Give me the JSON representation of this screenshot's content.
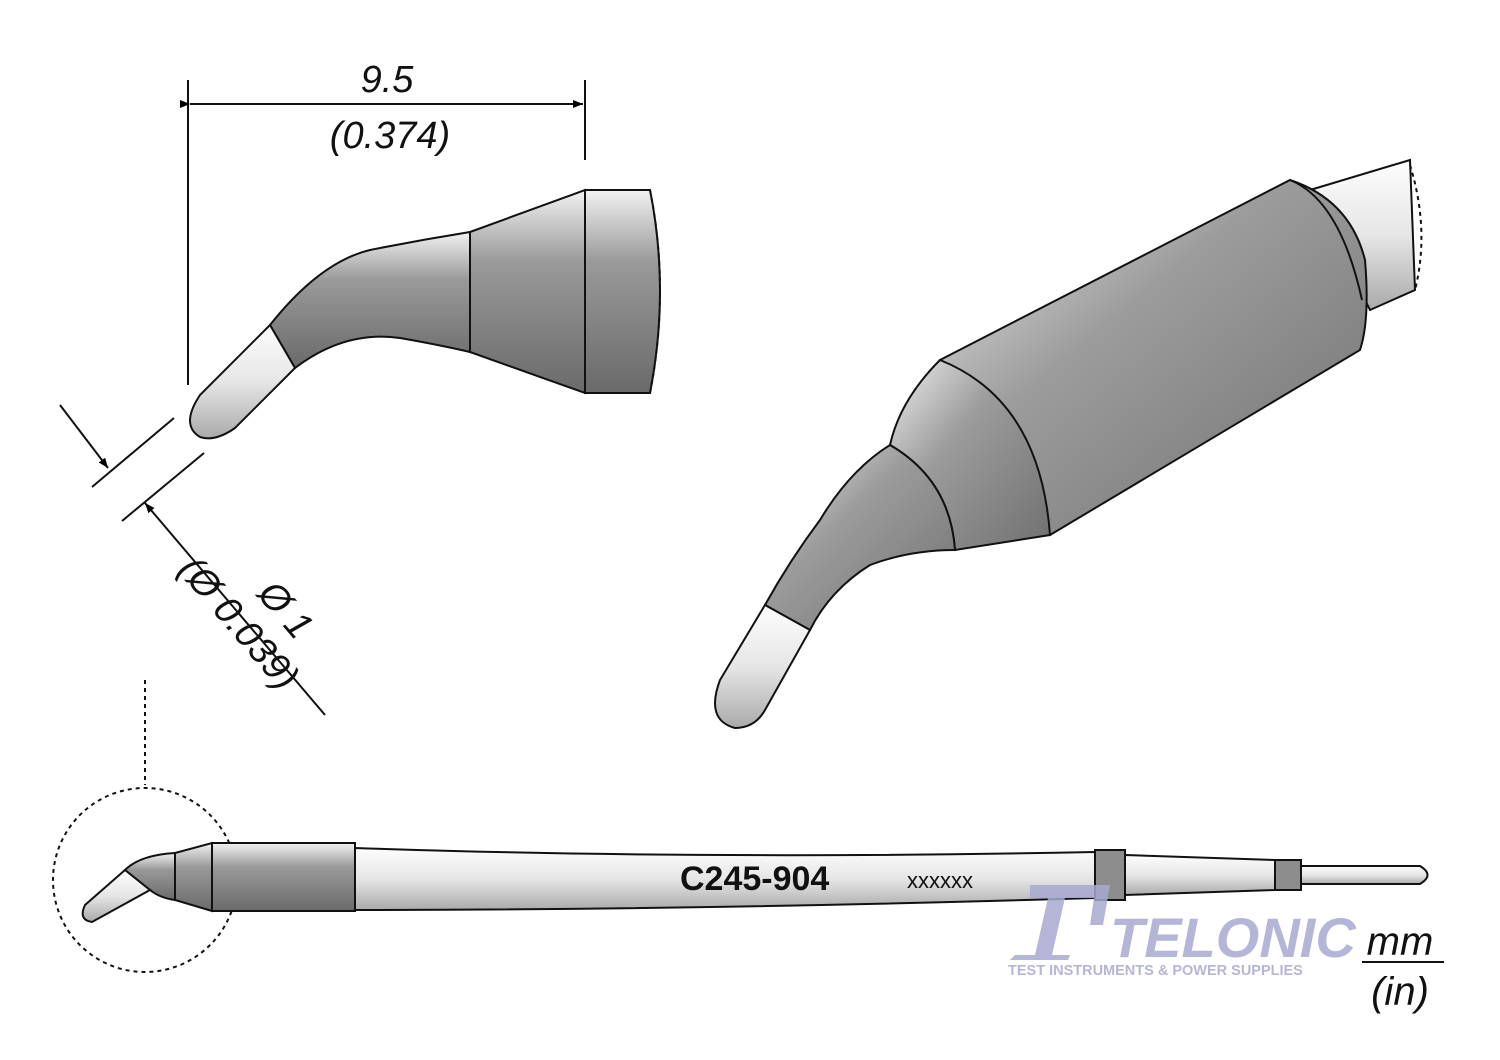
{
  "dimensions": {
    "length_mm": "9.5",
    "length_in": "(0.374)",
    "diameter_mm": "Ø 1",
    "diameter_in": "(Ø 0.039)"
  },
  "part": {
    "number": "C245-904",
    "code": "xxxxxx"
  },
  "watermark": {
    "brand": "TELONIC",
    "tagline": "TEST INSTRUMENTS & POWER SUPPLIES",
    "color": "#a9a9d2"
  },
  "units": {
    "primary": "mm",
    "secondary": "(in)"
  }
}
